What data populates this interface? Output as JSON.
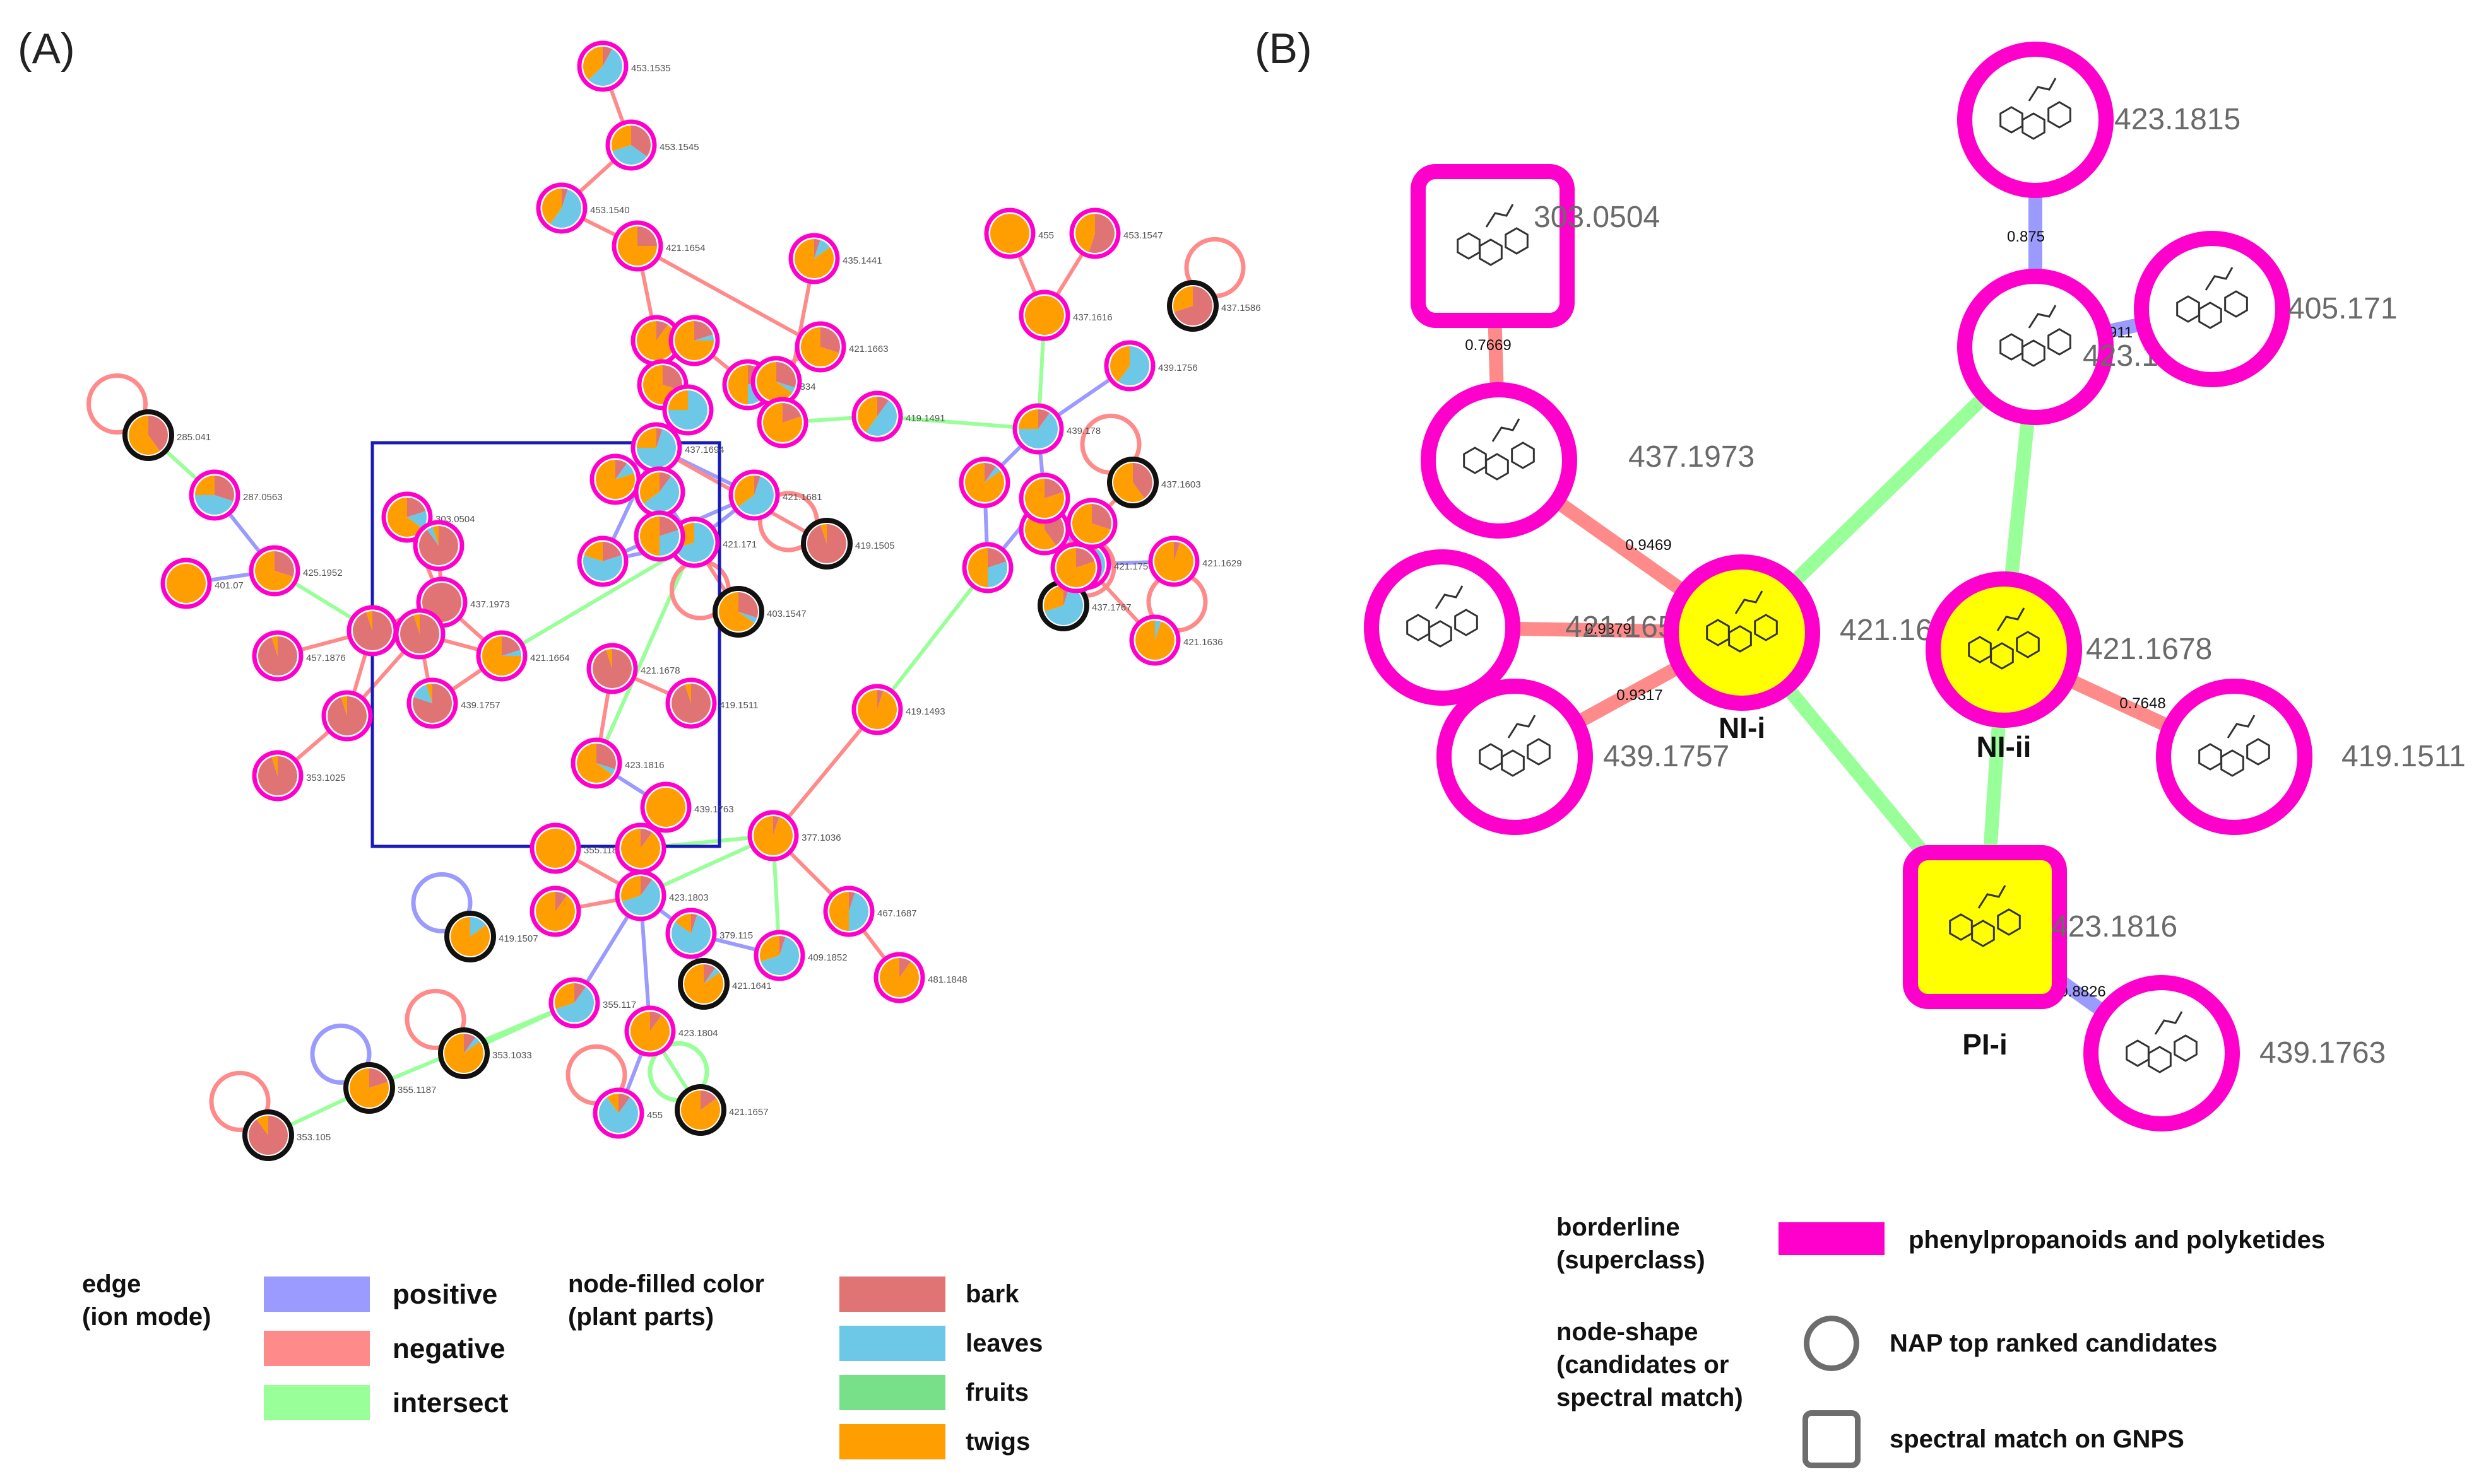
{
  "panel_labels": {
    "a": "(A)",
    "b": "(B)"
  },
  "colors": {
    "positive": "#9a9aff",
    "negative": "#ff8a8a",
    "intersect": "#99ff99",
    "bark": "#e07474",
    "leaves": "#6cc8e6",
    "fruits": "#79e08a",
    "twigs": "#ff9e00",
    "superclass": "#ff00cc",
    "highlight": "#ffff00",
    "box": "#1a1ab8"
  },
  "network_a": {
    "labels": [
      "453.1535",
      "453.1545",
      "453.1540",
      "421.1654",
      "435.1441",
      "455",
      "453.1547",
      "437.1586",
      "437.1616",
      "421.1663",
      "421.1834",
      "439.1756",
      "419.1491",
      "285.041",
      "287.0563",
      "437.1694",
      "439.178",
      "437.1603",
      "303.0504",
      "421.1681",
      "419.1505",
      "425.1952",
      "437.1973",
      "421.171",
      "401.07",
      "457.1876",
      "421.1757",
      "421.1629",
      "403.1547",
      "421.1664",
      "421.1678",
      "437.1767",
      "421.1636",
      "439.1757",
      "419.1511",
      "419.1493",
      "353.1025",
      "423.1816",
      "439.1763",
      "377.1036",
      "355.1187",
      "423.1803",
      "467.1687",
      "419.1507",
      "379.115",
      "409.1852",
      "481.1848",
      "421.1641",
      "355.117",
      "353.1033",
      "423.1804",
      "355.1187",
      "421.1657",
      "353.105",
      "455"
    ]
  },
  "network_b": {
    "nodes": [
      {
        "id": "303",
        "label": "303.0504"
      },
      {
        "id": "437",
        "label": "437.1973"
      },
      {
        "id": "421a",
        "label": "421.165"
      },
      {
        "id": "439a",
        "label": "439.1757"
      },
      {
        "id": "NIi",
        "label": "421.1664",
        "tag": "NI-i"
      },
      {
        "id": "423a",
        "label": "423.1815"
      },
      {
        "id": "423b",
        "label": "423.1788"
      },
      {
        "id": "405",
        "label": "405.171"
      },
      {
        "id": "NIii",
        "label": "421.1678",
        "tag": "NI-ii"
      },
      {
        "id": "419",
        "label": "419.1511"
      },
      {
        "id": "PIi",
        "label": "423.1816",
        "tag": "PI-i"
      },
      {
        "id": "439b",
        "label": "439.1763"
      }
    ],
    "edge_labels": [
      "0.7669",
      "0.9469",
      "0.9379",
      "0.9317",
      "0.875",
      "0.911",
      "0.7648",
      "0.8826"
    ]
  },
  "legend_a": {
    "edge_title": "edge\n(ion mode)",
    "edge_items": [
      "positive",
      "negative",
      "intersect"
    ],
    "node_title": "node-filled color\n(plant parts)",
    "node_items": [
      "bark",
      "leaves",
      "fruits",
      "twigs"
    ]
  },
  "legend_b": {
    "border_title": "borderline\n(superclass)",
    "border_item": "phenylpropanoids and polyketides",
    "shape_title": "node-shape\n(candidates or\nspectral match)",
    "shape_items": [
      "NAP top ranked candidates",
      "spectral match on GNPS"
    ]
  }
}
